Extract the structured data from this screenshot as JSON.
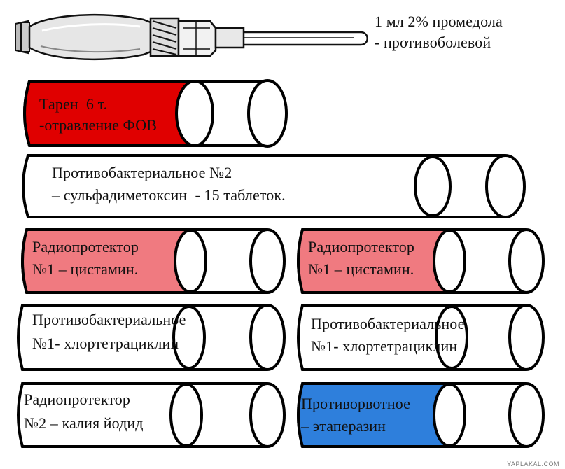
{
  "syringe": {
    "line1": "1 мл 2% промедола",
    "line2": "- противоболевой"
  },
  "tubes": [
    {
      "id": "taren",
      "line1": "Тарен  6 т.",
      "line2": "-отравление ФОВ",
      "color": "#e00000"
    },
    {
      "id": "antibacterial-2",
      "line1": "Противобактериальное №2",
      "line2": "– сульфадиметоксин  - 15 таблеток.",
      "color": "#ffffff"
    },
    {
      "id": "radioprotector-1-left",
      "line1": "Радиопротектор",
      "line2": "№1 – цистамин.",
      "color": "#f07a80"
    },
    {
      "id": "radioprotector-1-right",
      "line1": "Радиопротектор",
      "line2": "№1 – цистамин.",
      "color": "#f07a80"
    },
    {
      "id": "antibacterial-1-left",
      "line1": "Противобактериальное",
      "line2": "№1- хлортетрациклин",
      "color": "#ffffff"
    },
    {
      "id": "antibacterial-1-right",
      "line1": "Противобактериальное",
      "line2": "№1- хлортетрациклин",
      "color": "#ffffff"
    },
    {
      "id": "radioprotector-2",
      "line1": "Радиопротектор",
      "line2": "№2 – калия йодид",
      "color": "#ffffff"
    },
    {
      "id": "antiemetic",
      "line1": "Противорвотное",
      "line2": "– этаперазин",
      "color": "#2e7fdc"
    }
  ],
  "watermark": "YAPLAKAL.COM"
}
